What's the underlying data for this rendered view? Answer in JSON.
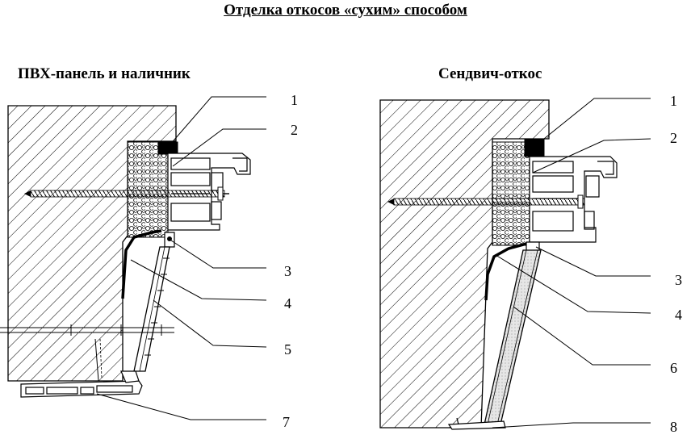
{
  "title": "Отделка откосов «сухим» способом",
  "left": {
    "subtitle": "ПВХ-панель и наличник",
    "callouts": [
      "1",
      "2",
      "3",
      "4",
      "5",
      "7"
    ]
  },
  "right": {
    "subtitle": "Сендвич-откос",
    "callouts": [
      "1",
      "2",
      "3",
      "4",
      "6",
      "8"
    ]
  }
}
